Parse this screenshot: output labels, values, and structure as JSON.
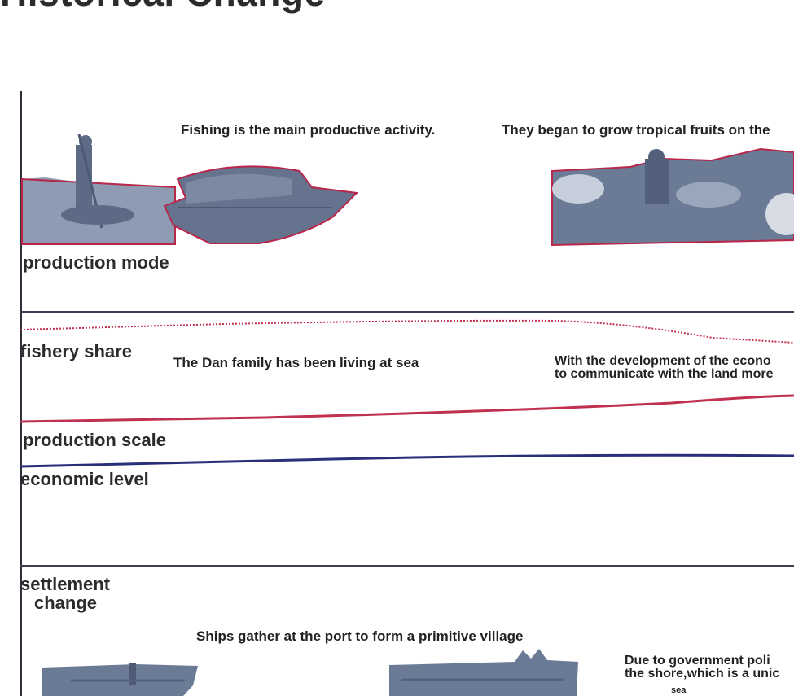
{
  "title": "Historical Change",
  "rows": {
    "production_mode": "production mode",
    "fishery_share": "fishery share",
    "production_scale": "production scale",
    "economic_level": "economic level",
    "settlement_change_line1": "settlement",
    "settlement_change_line2": "change"
  },
  "captions": {
    "fishing": "Fishing is the main productive activity.",
    "tropical": "They began to grow tropical fruits on the",
    "dan_family": "The Dan family has been living at sea",
    "economy_line1": "With the development of the econo",
    "economy_line2": "to communicate with the land more",
    "ships": "Ships gather at the port to form a primitive village",
    "government_line1": "Due to government poli",
    "government_line2": "the shore,which is a unic",
    "sea": "sea"
  },
  "colors": {
    "fishery_line": "#c0304f",
    "production_line": "#c0304f",
    "economic_line": "#2a2f7a",
    "photo_tint": "#6b7a95",
    "photo_outline": "#b8264a"
  },
  "icons": {
    "fisherman_photo": "fisherman-photo",
    "boat_photo": "boat-photo",
    "fruit_photo": "fruit-basket-photo",
    "harbor_photo_1": "harbor-photo",
    "harbor_photo_2": "village-photo"
  }
}
